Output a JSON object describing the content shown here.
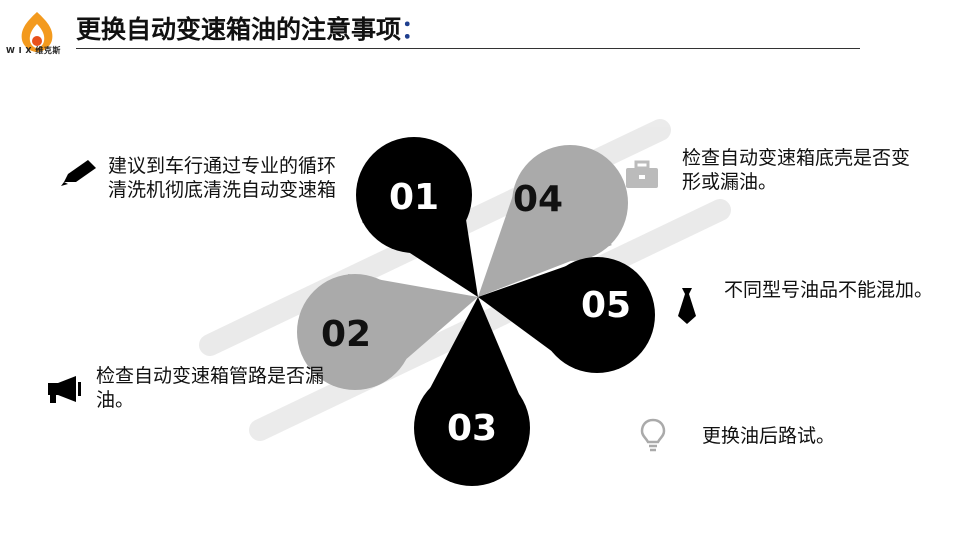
{
  "header": {
    "title": "更换自动变速箱油的注意事项",
    "title_colon": "：",
    "logo_text": "W I X 维克斯"
  },
  "petals": [
    {
      "number": "01",
      "color": "#000000"
    },
    {
      "number": "02",
      "color": "#aaaaaa"
    },
    {
      "number": "03",
      "color": "#000000"
    },
    {
      "number": "04",
      "color": "#aaaaaa"
    },
    {
      "number": "05",
      "color": "#000000"
    }
  ],
  "items": [
    {
      "text": "建议到车行通过专业的循环清洗机彻底清洗自动变速箱",
      "icon": "pencil-icon"
    },
    {
      "text": "检查自动变速箱管路是否漏油。",
      "icon": "megaphone-icon"
    },
    {
      "text": "检查自动变速箱底壳是否变形或漏油。",
      "icon": "briefcase-icon"
    },
    {
      "text": "不同型号油品不能混加。",
      "icon": "necktie-icon"
    },
    {
      "text": "更换油后路试。",
      "icon": "lightbulb-icon"
    }
  ],
  "colors": {
    "dark": "#000000",
    "gray": "#aaaaaa",
    "logo_orange": "#f39a1e",
    "logo_red": "#e8501a"
  }
}
